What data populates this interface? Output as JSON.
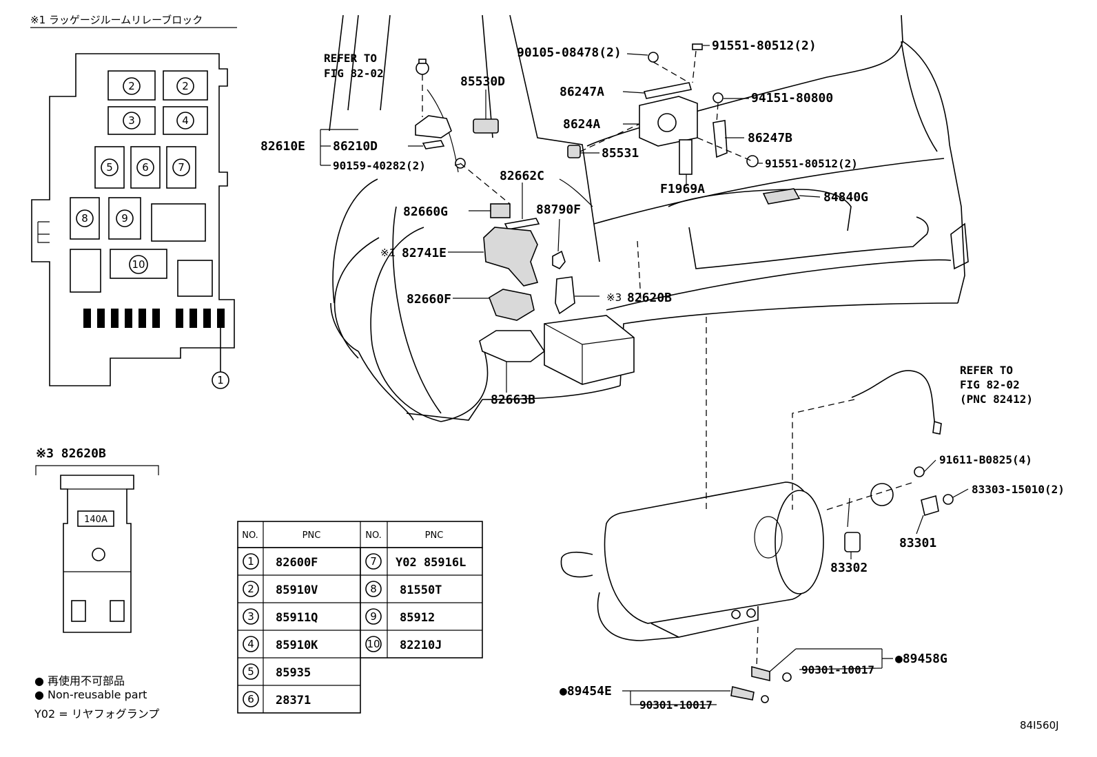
{
  "relay_block": {
    "title": "※1 ラッゲージルームリレーブロック",
    "slots": [
      "2",
      "2",
      "3",
      "4",
      "5",
      "6",
      "7",
      "8",
      "9",
      "10"
    ],
    "pin_callout": "1"
  },
  "fuse_detail": {
    "title": "※3 82620B",
    "rating": "140A"
  },
  "refer_top": [
    "REFER TO",
    "FIG 82-02"
  ],
  "refer_right": [
    "REFER TO",
    "FIG 82-02",
    "(PNC 82412)"
  ],
  "labels": {
    "p90105": "90105-08478(2)",
    "p91551a": "91551-80512(2)",
    "p85530D": "85530D",
    "p86247A": "86247A",
    "p94151": "94151-80800",
    "p8624A": "8624A",
    "p86247B": "86247B",
    "p82610E": "82610E",
    "p86210D": "86210D",
    "p85531": "85531",
    "p90159": "90159-40282(2)",
    "p91551b": "91551-80512(2)",
    "p82662C": "82662C",
    "pF1969A": "F1969A",
    "p84840G": "84840G",
    "p82660G": "82660G",
    "p88790F": "88790F",
    "p82741E_mark": "※1",
    "p82741E": "82741E",
    "p82660F": "82660F",
    "p82620B_mark": "※3",
    "p82620B": "82620B",
    "p82663B": "82663B",
    "p91611": "91611-B0825(4)",
    "p83303": "83303-15010(2)",
    "p83301": "83301",
    "p83302": "83302",
    "p89458G": "●89458G",
    "p90301a": "90301-10017",
    "p89454E": "●89454E",
    "p90301b": "90301-10017",
    "code": "84I560J"
  },
  "table": {
    "header": {
      "no": "NO.",
      "pnc": "PNC"
    },
    "left": [
      {
        "no": "1",
        "pnc": "82600F"
      },
      {
        "no": "2",
        "pnc": "85910V"
      },
      {
        "no": "3",
        "pnc": "85911Q"
      },
      {
        "no": "4",
        "pnc": "85910K"
      },
      {
        "no": "5",
        "pnc": "85935"
      },
      {
        "no": "6",
        "pnc": "28371"
      }
    ],
    "right": [
      {
        "no": "7",
        "pnc": "Y02 85916L"
      },
      {
        "no": "8",
        "pnc": "81550T"
      },
      {
        "no": "9",
        "pnc": "85912"
      },
      {
        "no": "10",
        "pnc": "82210J"
      }
    ]
  },
  "legend": {
    "jp": "● 再使用不可部品",
    "en": "● Non-reusable part",
    "y02": "Y02 = リヤフォグランプ"
  }
}
